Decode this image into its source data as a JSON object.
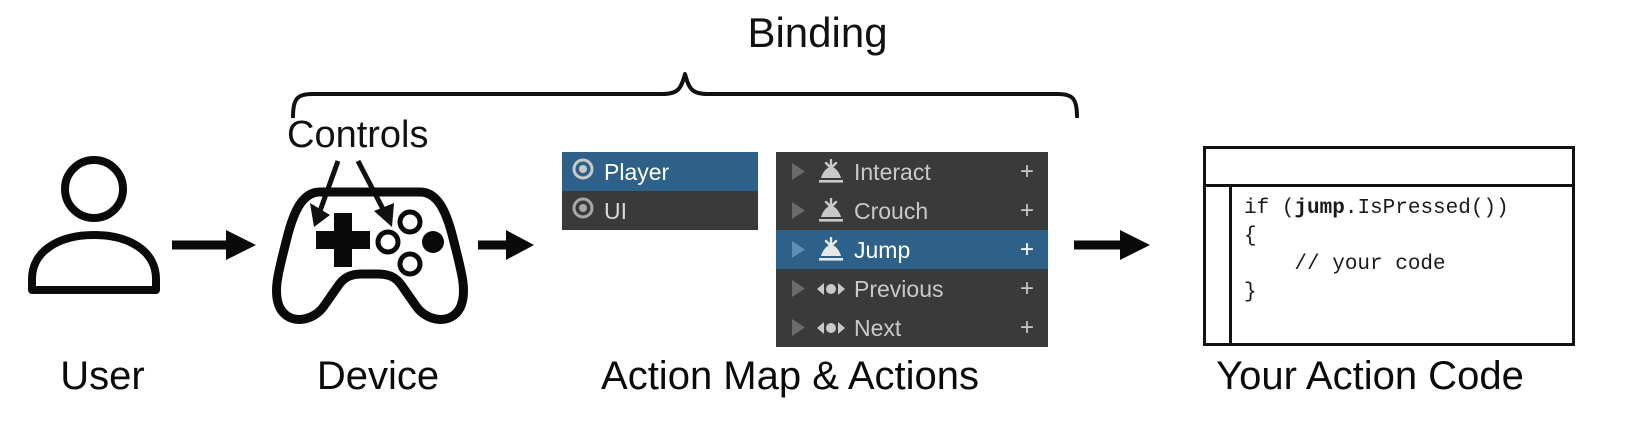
{
  "diagram": {
    "top_label": "Binding",
    "controls_label": "Controls"
  },
  "captions": {
    "user": "User",
    "device": "Device",
    "action_map": "Action Map & Actions",
    "code": "Your Action Code"
  },
  "icons": {
    "user": "person-icon",
    "device": "gamepad-icon",
    "flow_arrow": "arrow-right-icon",
    "brace": "curly-brace-icon",
    "controls_arrow": "arrow-down-icon",
    "action_map_bullet": "radio-target-icon",
    "foldout": "triangle-right-icon",
    "button_action": "button-action-icon",
    "axis_action": "axis-1d-action-icon",
    "add": "plus-icon"
  },
  "action_map_panel": {
    "rows": [
      {
        "label": "Player",
        "selected": true
      },
      {
        "label": "UI",
        "selected": false
      }
    ]
  },
  "actions_panel": {
    "add_label": "+",
    "rows": [
      {
        "label": "Interact",
        "icon": "button",
        "selected": false
      },
      {
        "label": "Crouch",
        "icon": "button",
        "selected": false
      },
      {
        "label": "Jump",
        "icon": "button",
        "selected": true
      },
      {
        "label": "Previous",
        "icon": "axis",
        "selected": false
      },
      {
        "label": "Next",
        "icon": "axis",
        "selected": false
      }
    ]
  },
  "code_window": {
    "line1_pre": "if (",
    "line1_bold": "jump",
    "line1_post": ".IsPressed())",
    "line2": "{",
    "line3": "    // your code",
    "line4": "}"
  },
  "colors": {
    "selection_blue": "#2d6189",
    "panel_dark": "#3a3a3a",
    "text_light": "#c9c9c9",
    "ink": "#000000",
    "background": "#ffffff"
  }
}
